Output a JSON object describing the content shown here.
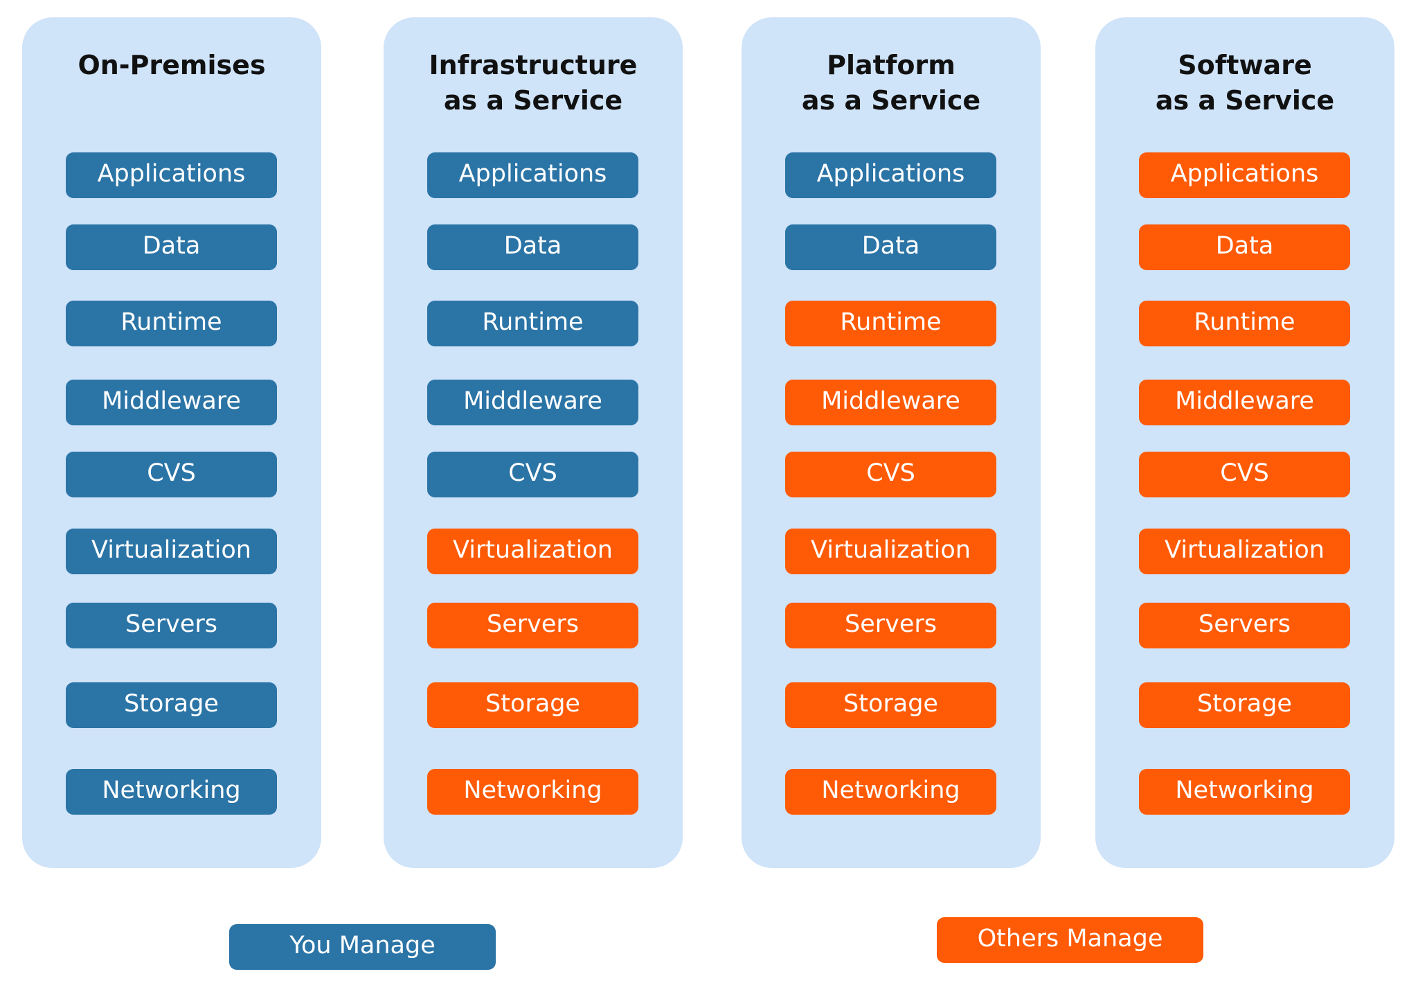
{
  "colors": {
    "you_manage": "#2b74a6",
    "others_manage": "#ff5a05",
    "column_background": "#cfe3f9"
  },
  "columns": [
    {
      "title": "On-Premises",
      "layers": [
        {
          "label": "Applications",
          "managed_by": "you"
        },
        {
          "label": "Data",
          "managed_by": "you"
        },
        {
          "label": "Runtime",
          "managed_by": "you"
        },
        {
          "label": "Middleware",
          "managed_by": "you"
        },
        {
          "label": "CVS",
          "managed_by": "you"
        },
        {
          "label": "Virtualization",
          "managed_by": "you"
        },
        {
          "label": "Servers",
          "managed_by": "you"
        },
        {
          "label": "Storage",
          "managed_by": "you"
        },
        {
          "label": "Networking",
          "managed_by": "you"
        }
      ]
    },
    {
      "title": "Infrastructure\nas a Service",
      "layers": [
        {
          "label": "Applications",
          "managed_by": "you"
        },
        {
          "label": "Data",
          "managed_by": "you"
        },
        {
          "label": "Runtime",
          "managed_by": "you"
        },
        {
          "label": "Middleware",
          "managed_by": "you"
        },
        {
          "label": "CVS",
          "managed_by": "you"
        },
        {
          "label": "Virtualization",
          "managed_by": "others"
        },
        {
          "label": "Servers",
          "managed_by": "others"
        },
        {
          "label": "Storage",
          "managed_by": "others"
        },
        {
          "label": "Networking",
          "managed_by": "others"
        }
      ]
    },
    {
      "title": "Platform\nas a Service",
      "layers": [
        {
          "label": "Applications",
          "managed_by": "you"
        },
        {
          "label": "Data",
          "managed_by": "you"
        },
        {
          "label": "Runtime",
          "managed_by": "others"
        },
        {
          "label": "Middleware",
          "managed_by": "others"
        },
        {
          "label": "CVS",
          "managed_by": "others"
        },
        {
          "label": "Virtualization",
          "managed_by": "others"
        },
        {
          "label": "Servers",
          "managed_by": "others"
        },
        {
          "label": "Storage",
          "managed_by": "others"
        },
        {
          "label": "Networking",
          "managed_by": "others"
        }
      ]
    },
    {
      "title": "Software\nas a Service",
      "layers": [
        {
          "label": "Applications",
          "managed_by": "others"
        },
        {
          "label": "Data",
          "managed_by": "others"
        },
        {
          "label": "Runtime",
          "managed_by": "others"
        },
        {
          "label": "Middleware",
          "managed_by": "others"
        },
        {
          "label": "CVS",
          "managed_by": "others"
        },
        {
          "label": "Virtualization",
          "managed_by": "others"
        },
        {
          "label": "Servers",
          "managed_by": "others"
        },
        {
          "label": "Storage",
          "managed_by": "others"
        },
        {
          "label": "Networking",
          "managed_by": "others"
        }
      ]
    }
  ],
  "legend": {
    "you_manage": "You Manage",
    "others_manage": "Others Manage"
  }
}
